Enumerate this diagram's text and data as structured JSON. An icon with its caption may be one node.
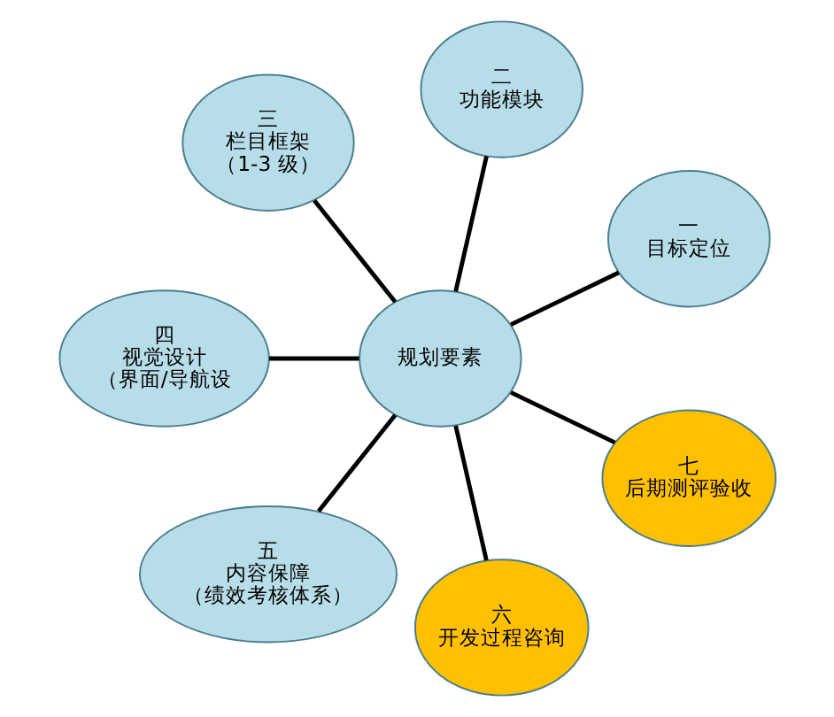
{
  "diagram": {
    "nodes": [
      {
        "text": [
          "规划要素"
        ]
      },
      {
        "text": [
          "一",
          "目标定位"
        ]
      },
      {
        "text": [
          "二",
          "功能模块"
        ]
      },
      {
        "text": [
          "三",
          "栏目框架",
          "（1-3 级）"
        ]
      },
      {
        "text": [
          "四",
          "视觉设计",
          "（界面/导航设"
        ]
      },
      {
        "text": [
          "五",
          "内容保障",
          "（绩效考核体系）"
        ]
      },
      {
        "text": [
          "六",
          "开发过程咨询"
        ]
      },
      {
        "text": [
          "七",
          "后期测评验收"
        ]
      }
    ],
    "edges": [
      {
        "from": 0,
        "to": 1,
        "arrow": "none"
      },
      {
        "from": 0,
        "to": 3,
        "arrow": "none"
      },
      {
        "from": 0,
        "to": 5,
        "arrow": "none"
      },
      {
        "from": 0,
        "to": 7,
        "arrow": "none"
      },
      {
        "from": 0,
        "to": 6,
        "arrow": "none"
      },
      {
        "from": 0,
        "to": 4,
        "arrow": "none"
      },
      {
        "from": 0,
        "to": 2,
        "arrow": "none"
      }
    ]
  }
}
